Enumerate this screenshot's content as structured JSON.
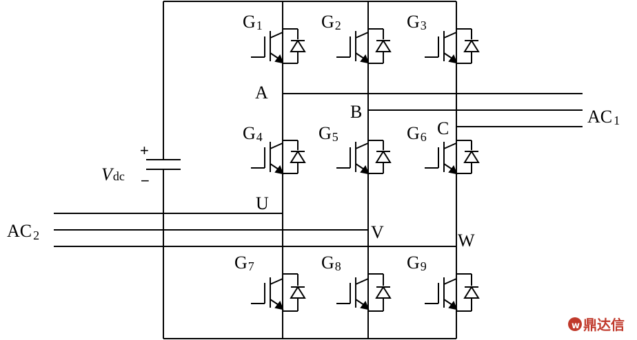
{
  "switches": [
    {
      "name": "G",
      "sub": "1"
    },
    {
      "name": "G",
      "sub": "2"
    },
    {
      "name": "G",
      "sub": "3"
    },
    {
      "name": "G",
      "sub": "4"
    },
    {
      "name": "G",
      "sub": "5"
    },
    {
      "name": "G",
      "sub": "6"
    },
    {
      "name": "G",
      "sub": "7"
    },
    {
      "name": "G",
      "sub": "8"
    },
    {
      "name": "G",
      "sub": "9"
    }
  ],
  "nodes": {
    "a": "A",
    "b": "B",
    "c": "C",
    "u": "U",
    "v": "V",
    "w": "W"
  },
  "ports": {
    "ac1": {
      "name": "AC",
      "sub": "1"
    },
    "ac2": {
      "name": "AC",
      "sub": "2"
    }
  },
  "source": {
    "symbol": "V",
    "sub": "dc",
    "plus": "+",
    "minus": "−"
  },
  "watermark": "鼎达信"
}
